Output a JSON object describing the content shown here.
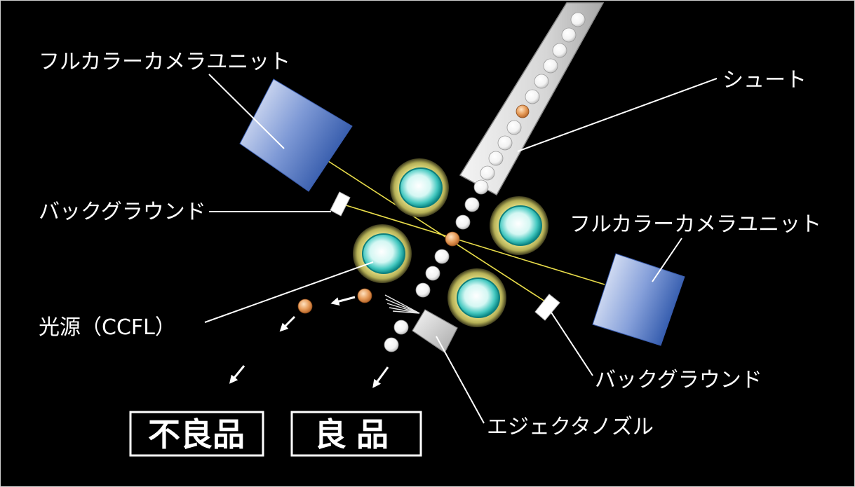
{
  "labels": {
    "camera_unit_top": "フルカラーカメラユニット",
    "chute": "シュート",
    "background_left": "バックグラウンド",
    "camera_unit_right": "フルカラーカメラユニット",
    "light_source": "光源（CCFL）",
    "background_right": "バックグラウンド",
    "ejector_nozzle": "エジェクタノズル",
    "reject": "不良品",
    "accept": "良品"
  },
  "colors": {
    "background": "#000000",
    "camera_light": "#dbe3f6",
    "camera_dark": "#1d4aa2",
    "optical_beam": "#e8dc4a",
    "lamp_glow": "#e8e27a",
    "lamp_core": "#40c8c0",
    "defective_particle": "#d07a38",
    "good_particle": "#ffffff",
    "text": "#ffffff"
  }
}
